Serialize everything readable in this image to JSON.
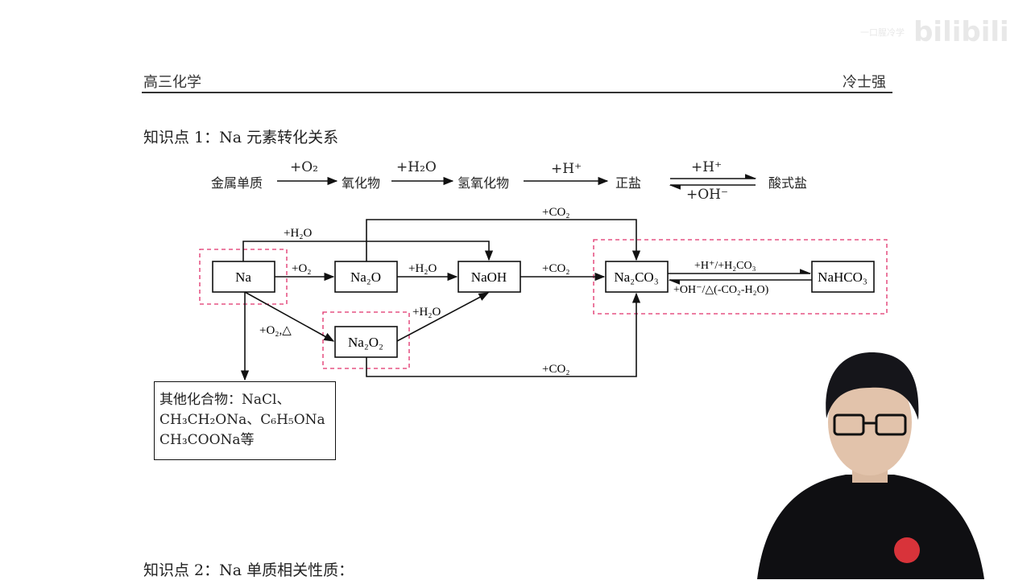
{
  "header": {
    "subject": "高三化学",
    "teacher": "冷士强"
  },
  "sections": {
    "s1": "知识点 1：Na 元素转化关系",
    "s2": "知识点 2：Na 单质相关性质："
  },
  "flow": {
    "n1": "金属单质",
    "a1": "+O₂",
    "n2": "氧化物",
    "a2": "+H₂O",
    "n3": "氢氧化物",
    "a3": "+H⁺",
    "n4": "正盐",
    "a4_top": "+H⁺",
    "a4_bottom": "+OH⁻",
    "n5": "酸式盐"
  },
  "diagram": {
    "na": "Na",
    "na2o": "Na₂O",
    "naoh": "NaOH",
    "na2co3": "Na₂CO₃",
    "nahco3": "NaHCO₃",
    "na2o2": "Na₂O₂",
    "l_o2": "+O₂",
    "l_h2o_mid": "+H₂O",
    "l_co2_mid": "+CO₂",
    "l_h2o_top": "+H₂O",
    "l_co2_top": "+CO₂",
    "l_co2_bottom": "+CO₂",
    "l_o2_heat": "+O₂,△",
    "l_h2o_diag": "+H₂O",
    "l_forward": "+H⁺/+H₂CO₃",
    "l_reverse": "+OH⁻/△(-CO₂-H₂O)"
  },
  "other": {
    "line1": "其他化合物：NaCl、",
    "line2": "CH₃CH₂ONa、C₆H₅ONa",
    "line3": "CH₃COONa等"
  },
  "watermark": {
    "small": "一口腥冷学",
    "brand": "bilibili"
  }
}
